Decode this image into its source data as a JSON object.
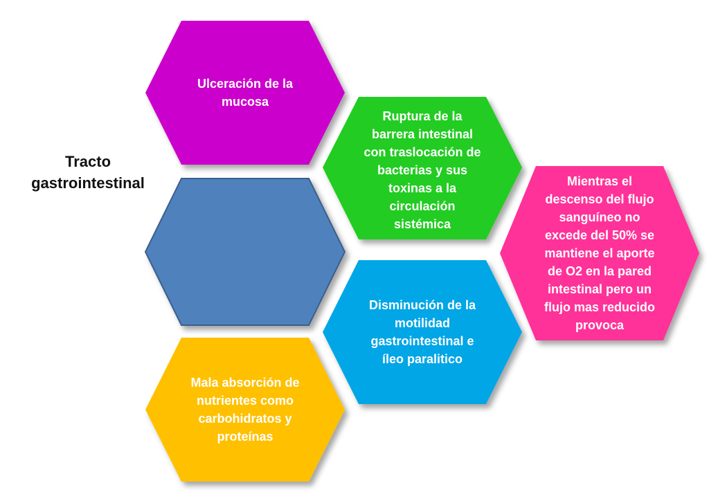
{
  "title": "Tracto\ngastrointestinal",
  "colors": {
    "magenta": "#CC00CC",
    "green": "#22CC22",
    "pink": "#FF3399",
    "blue": "#4F81BD",
    "cyan": "#00A6E6",
    "yellow": "#FFC000"
  },
  "hexagons": {
    "ulceracion": {
      "text": "Ulceración de la\nmucosa",
      "color": "#CC00CC"
    },
    "ruptura": {
      "text": "Ruptura de la\nbarrera intestinal\ncon traslocación de\nbacterias y sus\ntoxinas a la\ncirculación\nsistémica",
      "color": "#22CC22"
    },
    "flujo": {
      "text": "Mientras el\ndescenso del flujo\nsanguíneo no\nexcede del 50% se\nmantiene el aporte\nde O2 en la pared\nintestinal pero un\nflujo mas reducido\nprovoca",
      "color": "#FF3399"
    },
    "center": {
      "text": "",
      "color": "#4F81BD"
    },
    "motilidad": {
      "text": "Disminución de  la\nmotilidad\ngastrointestinal e\níleo paralitico",
      "color": "#00A6E6"
    },
    "absorcion": {
      "text": "Mala absorción de\nnutrientes como\ncarbohidratos y\nproteínas",
      "color": "#FFC000"
    }
  }
}
